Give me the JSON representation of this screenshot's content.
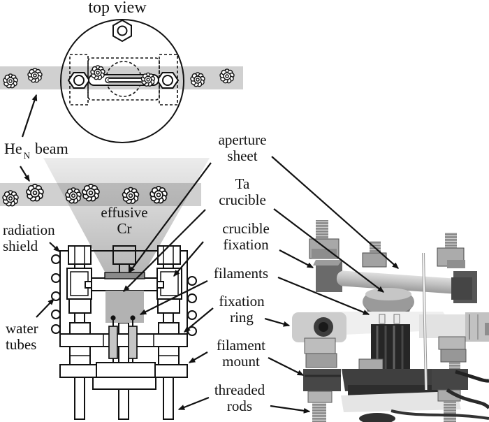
{
  "figure": {
    "title": "top view",
    "he_beam": {
      "symbol": "He",
      "subscript": "N",
      "word": "beam"
    },
    "callouts": {
      "aperture_sheet": "aperture\nsheet",
      "ta_crucible": "Ta\ncrucible",
      "crucible_fixation": "crucible\nfixation",
      "filaments": "filaments",
      "fixation_ring": "fixation\nring",
      "filament_mount": "filament\nmount",
      "threaded_rods": "threaded\nrods",
      "radiation_shield": "radiation\nshield",
      "water_tubes": "water\ntubes",
      "effusive_cr": "effusive\nCr"
    },
    "colors": {
      "ink": "#111111",
      "beam_band": "#d2d2d2",
      "plume_top": "#ececec",
      "plume_bottom": "#b6b6b6",
      "crucible_fill": "#b2b2b2",
      "filament_fill": "#c6c6c6",
      "aperture_lid": "#8a8a8a"
    }
  }
}
